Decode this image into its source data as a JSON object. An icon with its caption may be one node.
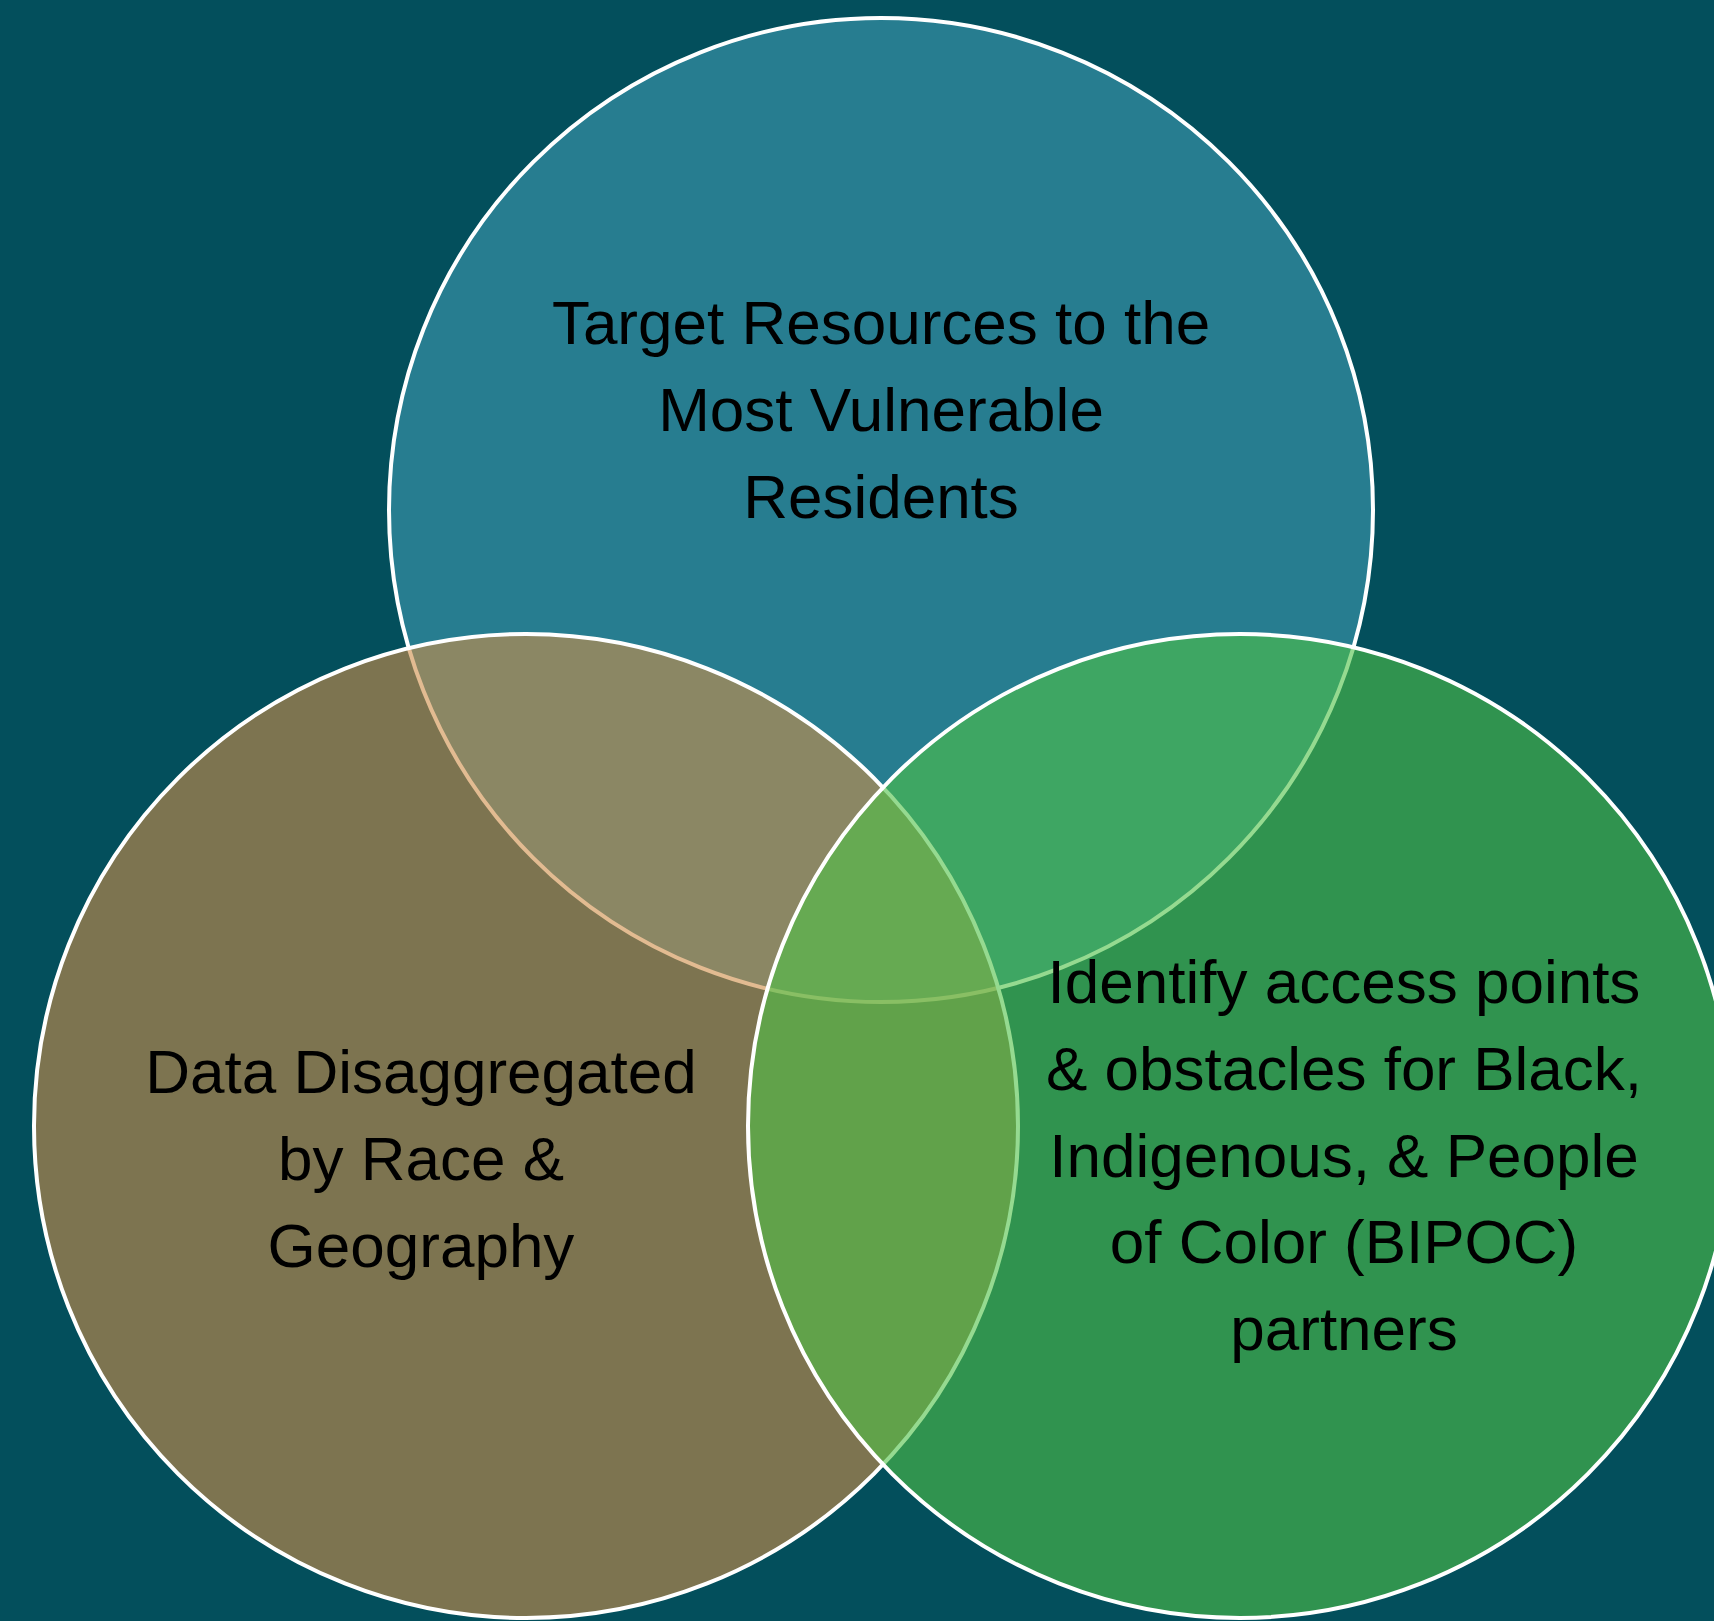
{
  "diagram": {
    "nodes": [
      {
        "text": [
          "Target Resources to the Most Vulnerable Residents"
        ]
      },
      {
        "text": [
          "Data Disaggregated by Race & Geography"
        ]
      },
      {
        "text": [
          "Identify access points & obstacles for Black, Indigenous, & People of Color (BIPOC) partners"
        ]
      }
    ]
  }
}
